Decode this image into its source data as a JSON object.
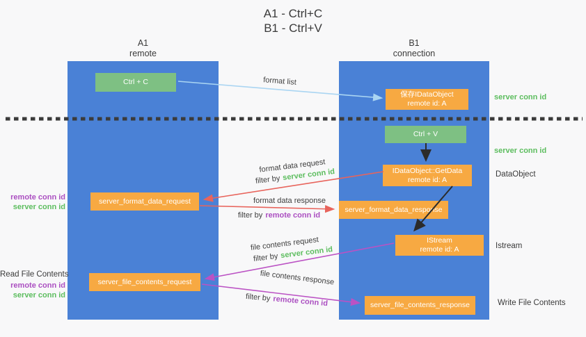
{
  "title": {
    "line1": "A1 - Ctrl+C",
    "line2": "B1 - Ctrl+V"
  },
  "lanes": {
    "left": {
      "title": "A1",
      "subtitle": "remote"
    },
    "right": {
      "title": "B1",
      "subtitle": "connection"
    }
  },
  "boxes": {
    "ctrl_c": {
      "label": "Ctrl + C"
    },
    "ctrl_v": {
      "label": "Ctrl + V"
    },
    "save_dataobject": {
      "line1": "保存IDataObject",
      "line2": "remote id: A"
    },
    "getdata": {
      "line1": "IDataObject::GetData",
      "line2": "remote id: A"
    },
    "istream": {
      "line1": "IStream",
      "line2": "remote id: A"
    },
    "format_request": {
      "label": "server_format_data_request"
    },
    "format_response": {
      "label": "server_format_data_response"
    },
    "file_request": {
      "label": "server_file_contents_request"
    },
    "file_response": {
      "label": "server_file_contents_response"
    }
  },
  "left_labels": {
    "remote_conn_id_format": "remote conn id",
    "server_conn_id_format": "server conn id",
    "read_file_contents": "Read File Contents",
    "remote_conn_id_file": "remote conn id",
    "server_conn_id_file": "server conn id"
  },
  "right_labels": {
    "server_conn_id_top": "server conn id",
    "server_conn_id_mid": "server conn id",
    "dataobject": "DataObject",
    "istream": "Istream",
    "write_file_contents": "Write File Contents"
  },
  "arrow_labels": {
    "format_list": "format list",
    "format_data_request": "format data request",
    "format_data_request_filter_prefix": "filter by",
    "format_data_request_filter_key": "server conn id",
    "format_data_response": "format data response",
    "format_data_response_filter_prefix": "filter by",
    "format_data_response_filter_key": "remote conn id",
    "file_contents_request": "file contents request",
    "file_contents_request_filter_prefix": "filter by",
    "file_contents_request_filter_key": "server conn id",
    "file_contents_response": "file contents response",
    "file_contents_response_filter_prefix": "filter by",
    "file_contents_response_filter_key": "remote conn id"
  },
  "colors": {
    "lane_blue": "#4a81d6",
    "box_green": "#7ec083",
    "box_orange": "#f7a942",
    "text_green": "#5cbd5e",
    "text_purple": "#ab4fc1",
    "arrow_red": "#e8645c",
    "arrow_purple": "#bb52c4",
    "arrow_light_blue": "#aad5f2",
    "arrow_black": "#2b2b2b",
    "divider_dark": "#3b3b3b",
    "text_dark": "#3a3a3a"
  }
}
